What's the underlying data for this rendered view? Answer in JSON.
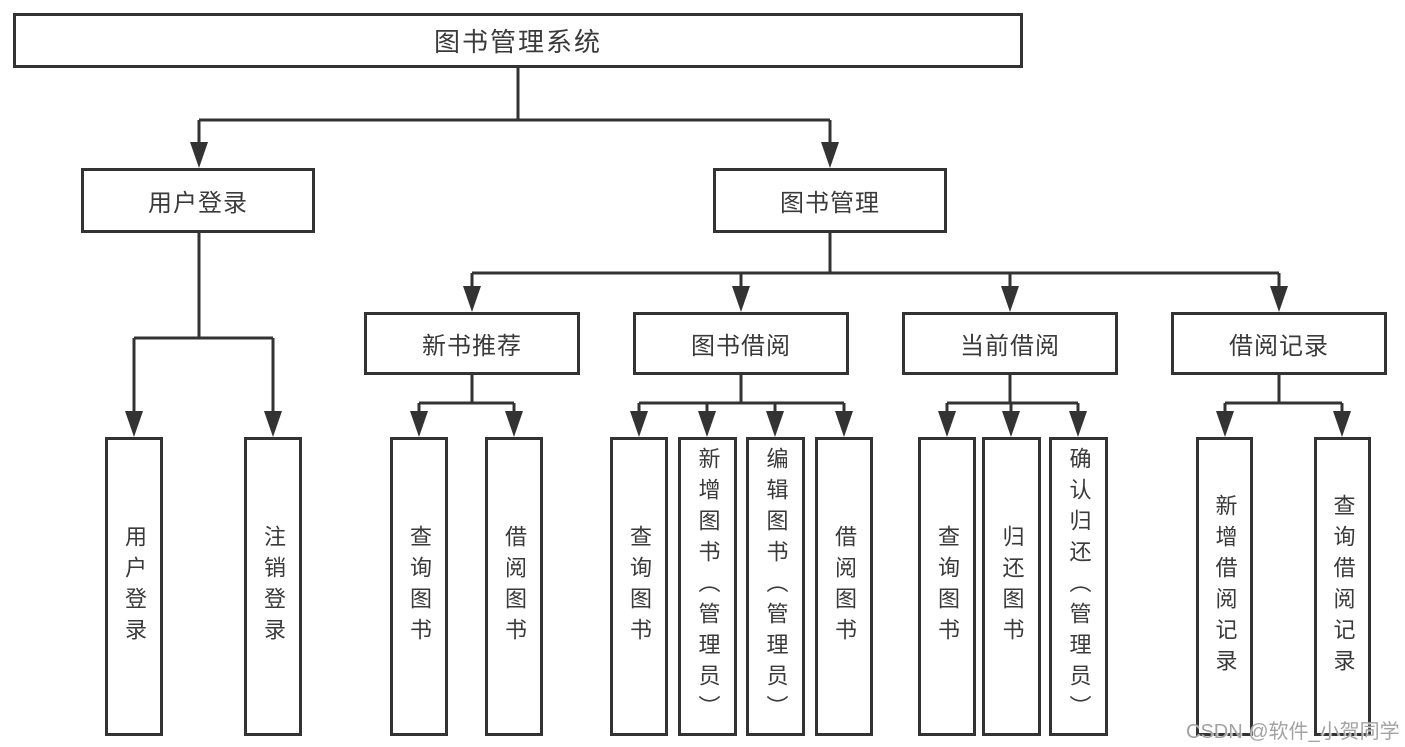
{
  "tree": {
    "root": "图书管理系统",
    "branches": [
      {
        "label": "用户登录",
        "children": [
          "用户登录",
          "注销登录"
        ]
      },
      {
        "label": "图书管理",
        "sections": [
          {
            "label": "新书推荐",
            "children": [
              "查询图书",
              "借阅图书"
            ]
          },
          {
            "label": "图书借阅",
            "children": [
              "查询图书",
              "新增图书（管理员）",
              "编辑图书（管理员）",
              "借阅图书"
            ]
          },
          {
            "label": "当前借阅",
            "children": [
              "查询图书",
              "归还图书",
              "确认归还（管理员）"
            ]
          },
          {
            "label": "借阅记录",
            "children": [
              "新增借阅记录",
              "查询借阅记录"
            ]
          }
        ]
      }
    ]
  },
  "watermark": {
    "text": "CSDN @软件_小贺同学"
  },
  "colors": {
    "line": "#333333",
    "text": "#3a3a3a",
    "watermark": "#a3a3a3",
    "bg": "#ffffff"
  }
}
